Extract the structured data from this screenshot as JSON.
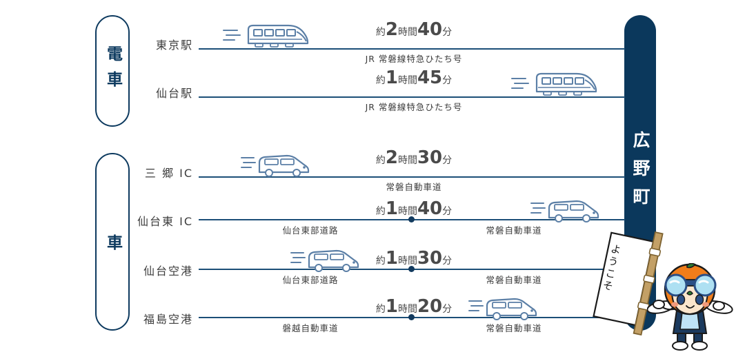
{
  "modes": [
    {
      "id": "train",
      "label": "電車"
    },
    {
      "id": "car",
      "label": "車"
    }
  ],
  "destination": {
    "label": "広野町"
  },
  "mascot": {
    "sign_text": "ようこそ",
    "name": "hirono-mascot"
  },
  "routes": [
    {
      "id": "tokyo-station",
      "mode": "train",
      "origin": "東京駅",
      "duration": {
        "prefix": "約",
        "hours": "2",
        "hours_unit": "時間",
        "minutes": "40",
        "minutes_unit": "分"
      },
      "segments": [
        {
          "label": "JR 常磐線特急ひたち号",
          "align": "center"
        }
      ],
      "vehicle_icon": "train-icon",
      "split": false
    },
    {
      "id": "sendai-station",
      "mode": "train",
      "origin": "仙台駅",
      "duration": {
        "prefix": "約",
        "hours": "1",
        "hours_unit": "時間",
        "minutes": "45",
        "minutes_unit": "分"
      },
      "segments": [
        {
          "label": "JR 常磐線特急ひたち号",
          "align": "center"
        }
      ],
      "vehicle_icon": "train-icon",
      "split": false
    },
    {
      "id": "misato-ic",
      "mode": "car",
      "origin": "三 郷 IC",
      "duration": {
        "prefix": "約",
        "hours": "2",
        "hours_unit": "時間",
        "minutes": "30",
        "minutes_unit": "分"
      },
      "segments": [
        {
          "label": "常磐自動車道",
          "align": "center"
        }
      ],
      "vehicle_icon": "car-icon",
      "split": false
    },
    {
      "id": "sendai-higashi-ic",
      "mode": "car",
      "origin": "仙台東 IC",
      "duration": {
        "prefix": "約",
        "hours": "1",
        "hours_unit": "時間",
        "minutes": "40",
        "minutes_unit": "分"
      },
      "segments": [
        {
          "label": "仙台東部道路",
          "align": "left"
        },
        {
          "label": "常磐自動車道",
          "align": "right"
        }
      ],
      "vehicle_icon": "car-icon",
      "split": true
    },
    {
      "id": "sendai-airport",
      "mode": "car",
      "origin": "仙台空港",
      "duration": {
        "prefix": "約",
        "hours": "1",
        "hours_unit": "時間",
        "minutes": "30",
        "minutes_unit": "分"
      },
      "segments": [
        {
          "label": "仙台東部道路",
          "align": "left"
        },
        {
          "label": "常磐自動車道",
          "align": "right"
        }
      ],
      "vehicle_icon": "car-icon",
      "split": true
    },
    {
      "id": "fukushima-airport",
      "mode": "car",
      "origin": "福島空港",
      "duration": {
        "prefix": "約",
        "hours": "1",
        "hours_unit": "時間",
        "minutes": "20",
        "minutes_unit": "分"
      },
      "segments": [
        {
          "label": "磐越自動車道",
          "align": "left"
        },
        {
          "label": "常磐自動車道",
          "align": "right"
        }
      ],
      "vehicle_icon": "car-icon",
      "split": true
    }
  ],
  "colors": {
    "navy_dark": "#0b385c",
    "navy_line": "#1b4e77",
    "capsule_border": "#0d3a5f",
    "text_dark": "#3c3c3c",
    "icon_blue": "#5b7fa6",
    "mascot_orange": "#f07d1a",
    "sign_pole": "#b08d52"
  }
}
